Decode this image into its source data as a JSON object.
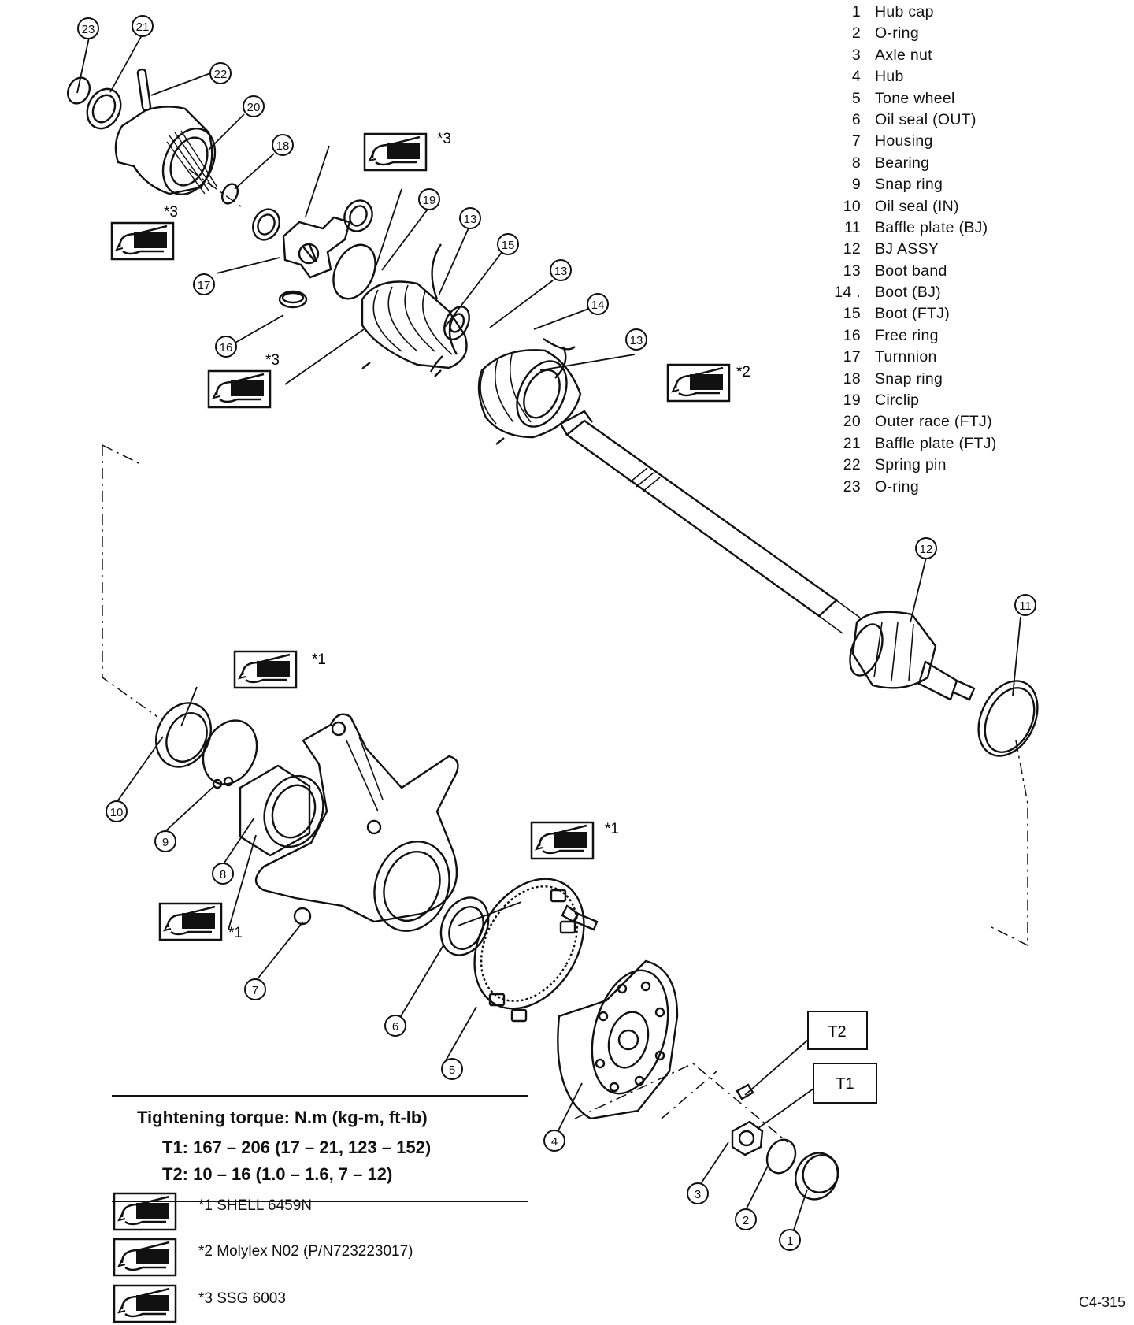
{
  "legend": [
    {
      "num": "1",
      "name": "Hub cap"
    },
    {
      "num": "2",
      "name": "O-ring"
    },
    {
      "num": "3",
      "name": "Axle nut"
    },
    {
      "num": "4",
      "name": "Hub"
    },
    {
      "num": "5",
      "name": "Tone wheel"
    },
    {
      "num": "6",
      "name": "Oil seal (OUT)"
    },
    {
      "num": "7",
      "name": "Housing"
    },
    {
      "num": "8",
      "name": "Bearing"
    },
    {
      "num": "9",
      "name": "Snap ring"
    },
    {
      "num": "10",
      "name": "Oil seal (IN)"
    },
    {
      "num": "11",
      "name": "Baffle plate (BJ)"
    },
    {
      "num": "12",
      "name": "BJ ASSY"
    },
    {
      "num": "13",
      "name": "Boot band"
    },
    {
      "num": "14 .",
      "name": "Boot (BJ)"
    },
    {
      "num": "15",
      "name": "Boot (FTJ)"
    },
    {
      "num": "16",
      "name": "Free ring"
    },
    {
      "num": "17",
      "name": "Turnnion"
    },
    {
      "num": "18",
      "name": "Snap ring"
    },
    {
      "num": "19",
      "name": "Circlip"
    },
    {
      "num": "20",
      "name": "Outer race (FTJ)"
    },
    {
      "num": "21",
      "name": "Baffle plate (FTJ)"
    },
    {
      "num": "22",
      "name": "Spring pin"
    },
    {
      "num": "23",
      "name": "O-ring"
    }
  ],
  "callouts": [
    "1",
    "2",
    "3",
    "4",
    "5",
    "6",
    "7",
    "8",
    "9",
    "10",
    "11",
    "12",
    "13",
    "14",
    "15",
    "16",
    "17",
    "18",
    "19",
    "20",
    "21",
    "22",
    "23"
  ],
  "grease_markers": {
    "m1": "*1",
    "m2": "*2",
    "m3": "*3"
  },
  "torque_boxes": {
    "t1": "T1",
    "t2": "T2"
  },
  "torque": {
    "title": "Tightening torque:  N.m (kg-m, ft-lb)",
    "t1": "T1:  167 – 206 (17 – 21, 123 – 152)",
    "t2": "T2:  10 – 16 (1.0 – 1.6, 7 – 12)"
  },
  "grease_key": [
    {
      "text": "*1  SHELL 6459N"
    },
    {
      "text": "*2  Molylex N02 (P/N723223017)"
    },
    {
      "text": "*3  SSG 6003"
    }
  ],
  "figure_code": "C4-315"
}
